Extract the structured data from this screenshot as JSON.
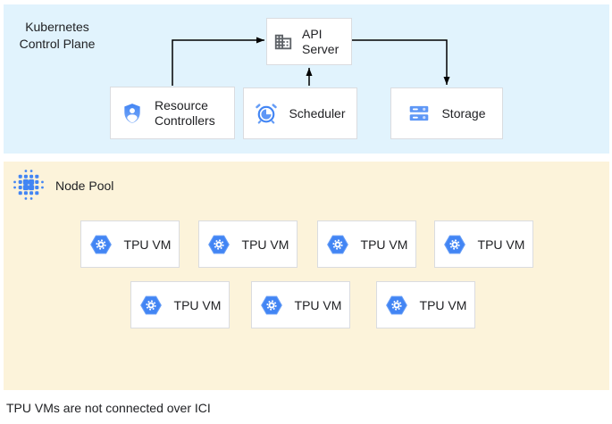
{
  "diagram": {
    "control_plane": {
      "title": "Kubernetes Control Plane",
      "bg_color": "#e1f3fd",
      "nodes": {
        "api_server": {
          "label": "API Server",
          "icon": "building-icon"
        },
        "resource_controllers": {
          "label": "Resource Controllers",
          "icon": "shield-user-icon"
        },
        "scheduler": {
          "label": "Scheduler",
          "icon": "alarm-clock-icon"
        },
        "storage": {
          "label": "Storage",
          "icon": "server-stack-icon"
        }
      },
      "arrows": [
        {
          "from": "resource_controllers",
          "to": "api_server"
        },
        {
          "from": "scheduler",
          "to": "api_server"
        },
        {
          "from": "api_server",
          "to": "storage"
        }
      ]
    },
    "node_pool": {
      "title": "Node Pool",
      "bg_color": "#fcf3da",
      "icon": "dot-cluster-icon",
      "vm_label": "TPU VM",
      "vm_icon": "hexagon-gear-icon",
      "vm_count": 7,
      "rows": [
        4,
        3
      ]
    },
    "caption": "TPU VMs are not connected over ICI",
    "colors": {
      "accent_blue": "#4285f4",
      "light_blue": "#669df6",
      "pie_blue": "#5e97f6",
      "icon_gray": "#5f6368",
      "box_border": "#dadce0",
      "arrow": "#000000",
      "text": "#202124"
    }
  }
}
